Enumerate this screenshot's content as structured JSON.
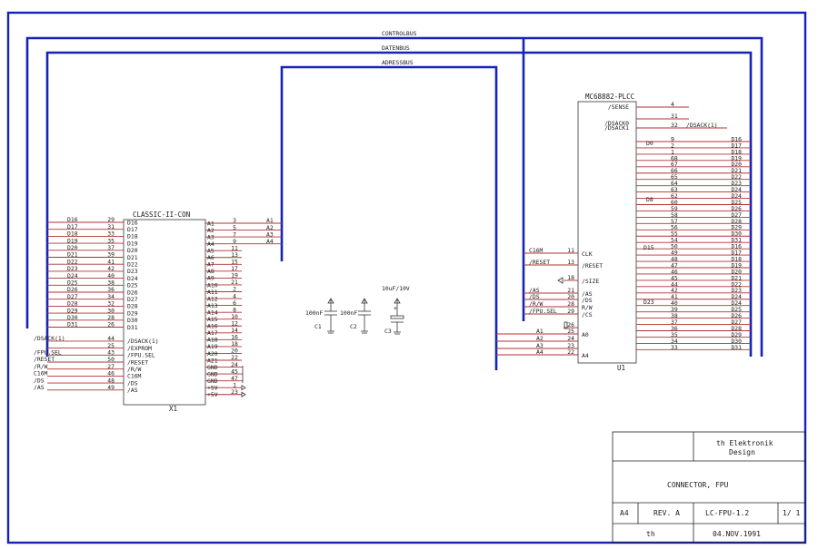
{
  "buses": {
    "control": "CONTROLBUS",
    "data": "DATENBUS",
    "address": "ADRESSBUS"
  },
  "x1": {
    "title": "CLASSIC-II-CON",
    "designator": "X1",
    "left": [
      {
        "sig": "D16",
        "num": "29",
        "pin": "D16"
      },
      {
        "sig": "D17",
        "num": "31",
        "pin": "D17"
      },
      {
        "sig": "D18",
        "num": "33",
        "pin": "D18"
      },
      {
        "sig": "D19",
        "num": "35",
        "pin": "D19"
      },
      {
        "sig": "D20",
        "num": "37",
        "pin": "D20"
      },
      {
        "sig": "D21",
        "num": "39",
        "pin": "D21"
      },
      {
        "sig": "D22",
        "num": "41",
        "pin": "D22"
      },
      {
        "sig": "D23",
        "num": "42",
        "pin": "D23"
      },
      {
        "sig": "D24",
        "num": "40",
        "pin": "D24"
      },
      {
        "sig": "D25",
        "num": "38",
        "pin": "D25"
      },
      {
        "sig": "D26",
        "num": "36",
        "pin": "D26"
      },
      {
        "sig": "D27",
        "num": "34",
        "pin": "D27"
      },
      {
        "sig": "D28",
        "num": "32",
        "pin": "D28"
      },
      {
        "sig": "D29",
        "num": "30",
        "pin": "D29"
      },
      {
        "sig": "D30",
        "num": "28",
        "pin": "D30"
      },
      {
        "sig": "D31",
        "num": "26",
        "pin": "D31"
      },
      {
        "sig": "",
        "num": "",
        "pin": ""
      },
      {
        "sig": "/DSACK(1)",
        "num": "44",
        "pin": "/DSACK(1)"
      },
      {
        "sig": "",
        "num": "25",
        "pin": "/EXPROM"
      },
      {
        "sig": "/FPU.SEL",
        "num": "43",
        "pin": "/FPU.SEL"
      },
      {
        "sig": "/RESET",
        "num": "50",
        "pin": "/RESET"
      },
      {
        "sig": "/R/W",
        "num": "27",
        "pin": "/R/W"
      },
      {
        "sig": "C16M",
        "num": "46",
        "pin": "C16M"
      },
      {
        "sig": "/DS",
        "num": "48",
        "pin": "/DS"
      },
      {
        "sig": "/AS",
        "num": "49",
        "pin": "/AS"
      }
    ],
    "right": [
      {
        "pin": "A1",
        "num": "3",
        "sig": "A1"
      },
      {
        "pin": "A2",
        "num": "5",
        "sig": "A2"
      },
      {
        "pin": "A3",
        "num": "7",
        "sig": "A3"
      },
      {
        "pin": "A4",
        "num": "9",
        "sig": "A4"
      },
      {
        "pin": "A5",
        "num": "11",
        "sig": ""
      },
      {
        "pin": "A6",
        "num": "13",
        "sig": ""
      },
      {
        "pin": "A7",
        "num": "15",
        "sig": ""
      },
      {
        "pin": "A8",
        "num": "17",
        "sig": ""
      },
      {
        "pin": "A9",
        "num": "19",
        "sig": ""
      },
      {
        "pin": "A10",
        "num": "21",
        "sig": ""
      },
      {
        "pin": "A11",
        "num": "2",
        "sig": ""
      },
      {
        "pin": "A12",
        "num": "4",
        "sig": ""
      },
      {
        "pin": "A13",
        "num": "6",
        "sig": ""
      },
      {
        "pin": "A14",
        "num": "8",
        "sig": ""
      },
      {
        "pin": "A15",
        "num": "10",
        "sig": ""
      },
      {
        "pin": "A16",
        "num": "12",
        "sig": ""
      },
      {
        "pin": "A17",
        "num": "14",
        "sig": ""
      },
      {
        "pin": "A18",
        "num": "16",
        "sig": ""
      },
      {
        "pin": "A19",
        "num": "18",
        "sig": ""
      },
      {
        "pin": "A20",
        "num": "20",
        "sig": ""
      },
      {
        "pin": "A21",
        "num": "22",
        "sig": ""
      },
      {
        "pin": "GND",
        "num": "24",
        "sig": ""
      },
      {
        "pin": "GND",
        "num": "45",
        "sig": ""
      },
      {
        "pin": "GND",
        "num": "47",
        "sig": ""
      },
      {
        "pin": "+5V",
        "num": "1",
        "sig": ""
      },
      {
        "pin": "+5V",
        "num": "23",
        "sig": ""
      }
    ]
  },
  "u1": {
    "title": "MC68882-PLCC",
    "designator": "U1",
    "top_pins": [
      {
        "pin": "/SENSE",
        "num": "4",
        "sig": ""
      },
      {
        "pin": "",
        "num": "31",
        "sig": ""
      },
      {
        "pin": "/DSACK0",
        "num": "",
        "sig": ""
      },
      {
        "pin": "/DSACK1",
        "num": "32",
        "sig": "/DSACK(1)"
      }
    ],
    "group_labels": [
      "D0",
      "D8",
      "D15",
      "D23"
    ],
    "data_pins": [
      {
        "num": "9",
        "sig": "D16"
      },
      {
        "num": "2",
        "sig": "D17"
      },
      {
        "num": "1",
        "sig": "D18"
      },
      {
        "num": "68",
        "sig": "D19"
      },
      {
        "num": "67",
        "sig": "D20"
      },
      {
        "num": "66",
        "sig": "D21"
      },
      {
        "num": "65",
        "sig": "D22"
      },
      {
        "num": "64",
        "sig": "D23"
      },
      {
        "num": "63",
        "sig": "D24"
      },
      {
        "num": "62",
        "sig": "D24"
      },
      {
        "num": "60",
        "sig": "D25"
      },
      {
        "num": "59",
        "sig": "D26"
      },
      {
        "num": "58",
        "sig": "D27"
      },
      {
        "num": "57",
        "sig": "D28"
      },
      {
        "num": "56",
        "sig": "D29"
      },
      {
        "num": "55",
        "sig": "D30"
      },
      {
        "num": "54",
        "sig": "D31"
      },
      {
        "num": "50",
        "sig": "D16"
      },
      {
        "num": "49",
        "sig": "D17"
      },
      {
        "num": "48",
        "sig": "D18"
      },
      {
        "num": "47",
        "sig": "D19"
      },
      {
        "num": "46",
        "sig": "D20"
      },
      {
        "num": "45",
        "sig": "D21"
      },
      {
        "num": "44",
        "sig": "D22"
      },
      {
        "num": "42",
        "sig": "D23"
      },
      {
        "num": "41",
        "sig": "D24"
      },
      {
        "num": "40",
        "sig": "D24"
      },
      {
        "num": "39",
        "sig": "D25"
      },
      {
        "num": "38",
        "sig": "D26"
      },
      {
        "num": "37",
        "sig": "D27"
      },
      {
        "num": "36",
        "sig": "D28"
      },
      {
        "num": "35",
        "sig": "D29"
      },
      {
        "num": "34",
        "sig": "D30"
      },
      {
        "num": "33",
        "sig": "D31"
      }
    ],
    "left_pins": [
      {
        "sig": "C16M",
        "num": "11",
        "pin": "CLK"
      },
      {
        "sig": "/RESET",
        "num": "13",
        "pin": "/RESET"
      },
      {
        "sig": "",
        "num": "18",
        "pin": "/SIZE"
      },
      {
        "sig": "/AS",
        "num": "21",
        "pin": "/AS"
      },
      {
        "sig": "/DS",
        "num": "20",
        "pin": "/DS"
      },
      {
        "sig": "/R/W",
        "num": "28",
        "pin": "R/W"
      },
      {
        "sig": "/FPU.SEL",
        "num": "29",
        "pin": "/CS"
      },
      {
        "sig": "",
        "num": "26",
        "pin": ""
      },
      {
        "sig": "A1",
        "num": "25",
        "pin": "A0"
      },
      {
        "sig": "A2",
        "num": "24",
        "pin": ""
      },
      {
        "sig": "A3",
        "num": "23",
        "pin": ""
      },
      {
        "sig": "A4",
        "num": "22",
        "pin": "A4"
      }
    ]
  },
  "caps": [
    {
      "ref": "C1",
      "value": "100nF"
    },
    {
      "ref": "C2",
      "value": "100nF"
    },
    {
      "ref": "C3",
      "value": "10uF/10V"
    }
  ],
  "title_block": {
    "company": "th Elektronik Design",
    "title": "CONNECTOR, FPU",
    "size": "A4",
    "revision": "REV. A",
    "drawing_no": "LC-FPU-1.2",
    "sheet": "1/ 1",
    "drawn_by": "th",
    "date": "04.NOV.1991"
  },
  "colors": {
    "bus": "#1622b8",
    "wire": "#b03232",
    "text": "#1a1a1a"
  }
}
